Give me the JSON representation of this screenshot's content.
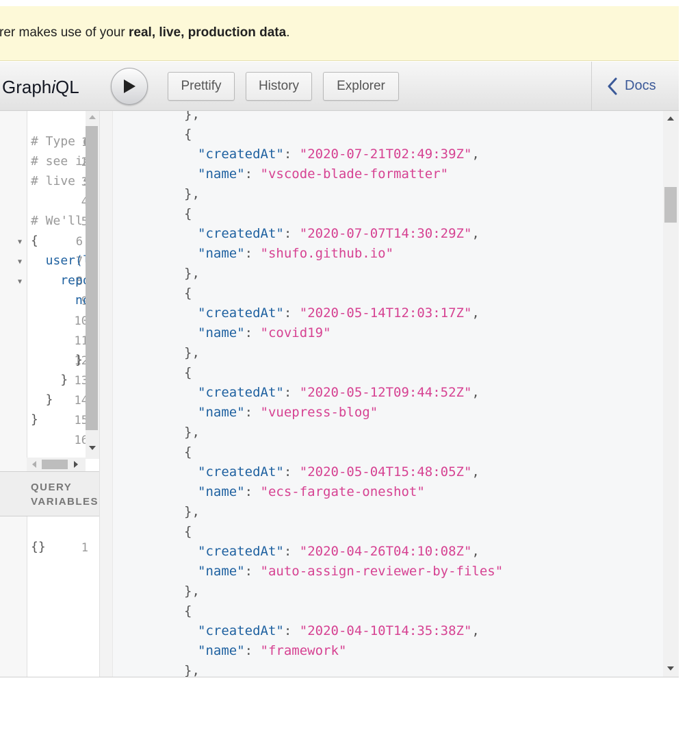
{
  "banner": {
    "prefix": "rer makes use of your ",
    "bold": "real, live, production data",
    "suffix": "."
  },
  "toolbar": {
    "logo_pre": "Graph",
    "logo_i": "i",
    "logo_post": "QL",
    "run_icon": "play-icon",
    "prettify_label": "Prettify",
    "history_label": "History",
    "explorer_label": "Explorer",
    "docs_label": "Docs",
    "docs_icon": "chevron-left-icon"
  },
  "query_editor": {
    "line_numbers": [
      "1",
      "2",
      "3",
      "4",
      "5",
      "6",
      "7",
      "8",
      "9",
      "10",
      "11",
      "12",
      "13",
      "14",
      "15",
      "16"
    ],
    "lines": [
      "# Type q",
      "# see in",
      "# live s",
      "",
      "# We'll ",
      "{",
      "  user(l",
      "    repo",
      "      no",
      "",
      "",
      "      }",
      "    }",
      "  }",
      "}",
      ""
    ]
  },
  "variables": {
    "title_line1": "QUERY",
    "title_line2": "VARIABLES",
    "line_number": "1",
    "content": "{}"
  },
  "results": {
    "top_close": "},",
    "entries": [
      {
        "createdAt": "2020-07-21T02:49:39Z",
        "name": "vscode-blade-formatter"
      },
      {
        "createdAt": "2020-07-07T14:30:29Z",
        "name": "shufo.github.io"
      },
      {
        "createdAt": "2020-05-14T12:03:17Z",
        "name": "covid19"
      },
      {
        "createdAt": "2020-05-12T09:44:52Z",
        "name": "vuepress-blog"
      },
      {
        "createdAt": "2020-05-04T15:48:05Z",
        "name": "ecs-fargate-oneshot"
      },
      {
        "createdAt": "2020-04-26T04:10:08Z",
        "name": "auto-assign-reviewer-by-files"
      },
      {
        "createdAt": "2020-04-10T14:35:38Z",
        "name": "framework"
      }
    ],
    "key_created": "\"createdAt\"",
    "key_name": "\"name\""
  },
  "colors": {
    "key": "#1f61a0",
    "string": "#d64292",
    "banner_bg": "#fdf9d8",
    "docs_link": "#3b5998"
  }
}
